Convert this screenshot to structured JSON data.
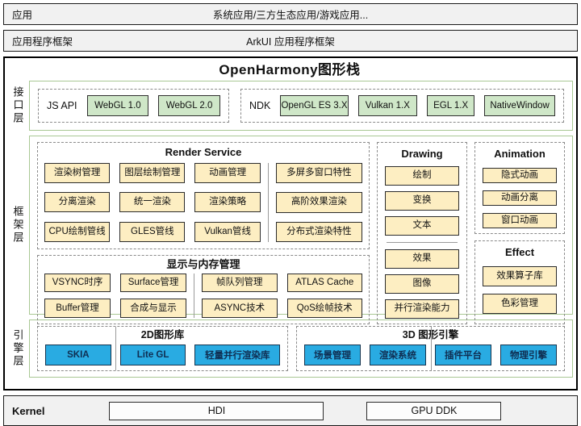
{
  "colors": {
    "green_box": "#cfe7c8",
    "yellow_box": "#fdeec2",
    "blue_box": "#29abe2",
    "blue_text": "#0f2e52",
    "layer_border": "#a9c894",
    "bar_bg": "#f1f1f1"
  },
  "app_bar": {
    "label": "应用",
    "value": "系统应用/三方生态应用/游戏应用..."
  },
  "framework_bar": {
    "label": "应用程序框架",
    "value": "ArkUI 应用程序框架"
  },
  "stack_title": "OpenHarmony图形栈",
  "interface_layer": {
    "label": "接口层",
    "js_api": {
      "label": "JS API",
      "items": [
        "WebGL 1.0",
        "WebGL 2.0"
      ]
    },
    "ndk": {
      "label": "NDK",
      "items": [
        "OpenGL ES 3.X",
        "Vulkan 1.X",
        "EGL 1.X",
        "NativeWindow"
      ]
    }
  },
  "framework_layer": {
    "label": "框架层",
    "render_service": {
      "title": "Render Service",
      "grid": [
        [
          "渲染树管理",
          "图层绘制管理",
          "动画管理"
        ],
        [
          "分离渲染",
          "统一渲染",
          "渲染策略"
        ],
        [
          "CPU绘制管线",
          "GLES管线",
          "Vulkan管线"
        ]
      ],
      "features": [
        "多屏多窗口特性",
        "高阶效果渲染",
        "分布式渲染特性"
      ]
    },
    "display_memory": {
      "title": "显示与内存管理",
      "left": [
        [
          "VSYNC时序",
          "Surface管理"
        ],
        [
          "Buffer管理",
          "合成与显示"
        ]
      ],
      "right": [
        [
          "帧队列管理",
          "ATLAS Cache"
        ],
        [
          "ASYNC技术",
          "QoS绘帧技术"
        ]
      ]
    },
    "drawing": {
      "title": "Drawing",
      "top_items": [
        "绘制",
        "变换",
        "文本"
      ],
      "bottom_items": [
        "效果",
        "图像",
        "并行渲染能力"
      ]
    },
    "animation": {
      "title": "Animation",
      "items": [
        "隐式动画",
        "动画分离",
        "窗口动画"
      ]
    },
    "effect": {
      "title": "Effect",
      "items": [
        "效果算子库",
        "色彩管理"
      ]
    }
  },
  "engine_layer": {
    "label": "引擎层",
    "lib_2d": {
      "title": "2D图形库",
      "items": [
        "SKIA",
        "Lite GL",
        "轻量并行渲染库"
      ]
    },
    "engine_3d": {
      "title": "3D 图形引擎",
      "items": [
        "场景管理",
        "渲染系统",
        "插件平台",
        "物理引擎"
      ]
    }
  },
  "kernel_bar": {
    "label": "Kernel",
    "items": [
      "HDI",
      "GPU DDK"
    ]
  }
}
